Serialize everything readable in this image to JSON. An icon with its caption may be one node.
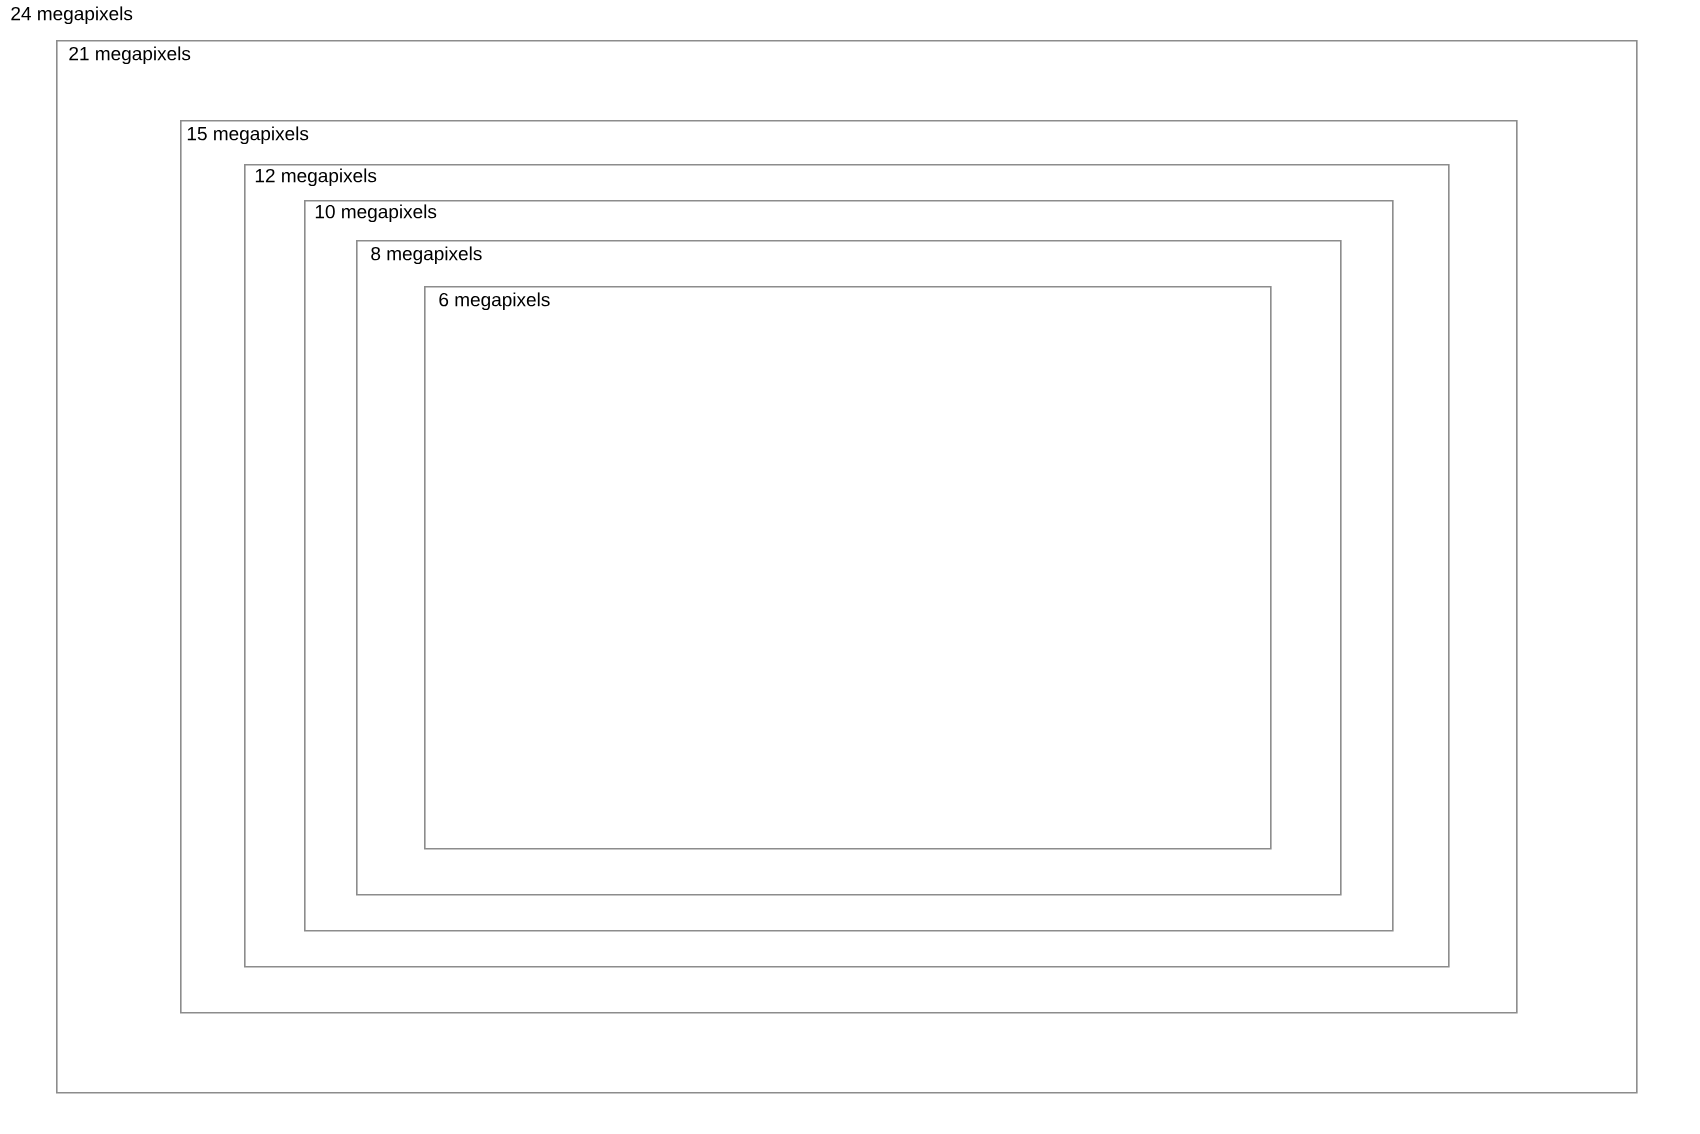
{
  "diagram": {
    "nodes": [
      {
        "text": [
          "21 megapixels"
        ]
      },
      {
        "text": [
          "15 megapixels"
        ],
        "in": 0
      },
      {
        "text": [
          "12 megapixels"
        ],
        "in": 1
      },
      {
        "text": [
          "10 megapixels"
        ],
        "in": 2
      },
      {
        "text": [
          "8 megapixels"
        ],
        "in": 3
      },
      {
        "text": [
          "6 megapixels"
        ],
        "in": 4
      }
    ],
    "labels": [
      "24 megapixels"
    ]
  }
}
